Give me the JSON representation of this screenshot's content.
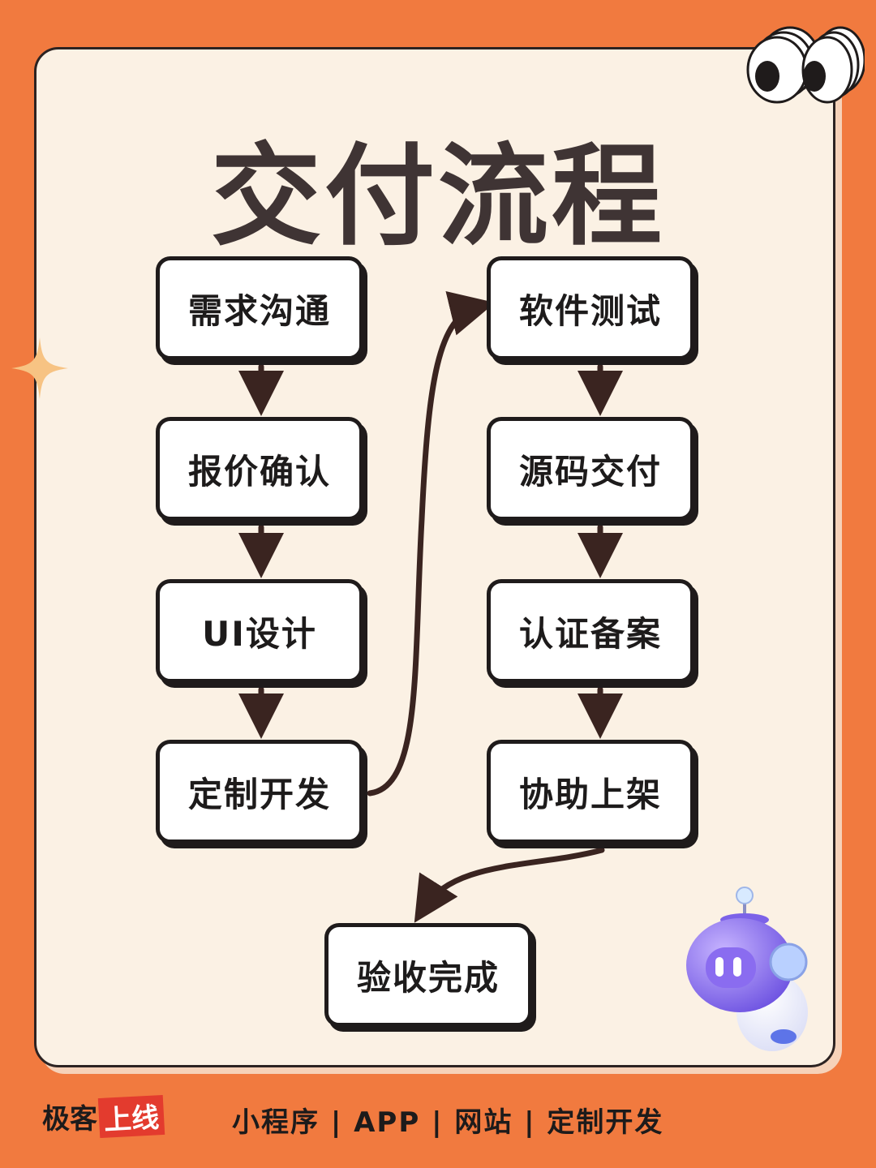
{
  "title": "交付流程",
  "steps": [
    {
      "label": "需求沟通"
    },
    {
      "label": "报价确认"
    },
    {
      "label": "UI设计"
    },
    {
      "label": "定制开发"
    },
    {
      "label": "软件测试"
    },
    {
      "label": "源码交付"
    },
    {
      "label": "认证备案"
    },
    {
      "label": "协助上架"
    },
    {
      "label": "验收完成"
    }
  ],
  "footer": {
    "brand_main": "极客",
    "brand_accent": "上线",
    "tagline": "小程序 | APP | 网站 | 定制开发"
  },
  "colors": {
    "background": "#f17a3f",
    "card": "#fbf1e4",
    "ink": "#1f1b1b",
    "title": "#3f3434",
    "arrow": "#3a2420"
  },
  "decorations": [
    "eyes-icon",
    "sparkle-icon",
    "robot-mascot-icon"
  ]
}
